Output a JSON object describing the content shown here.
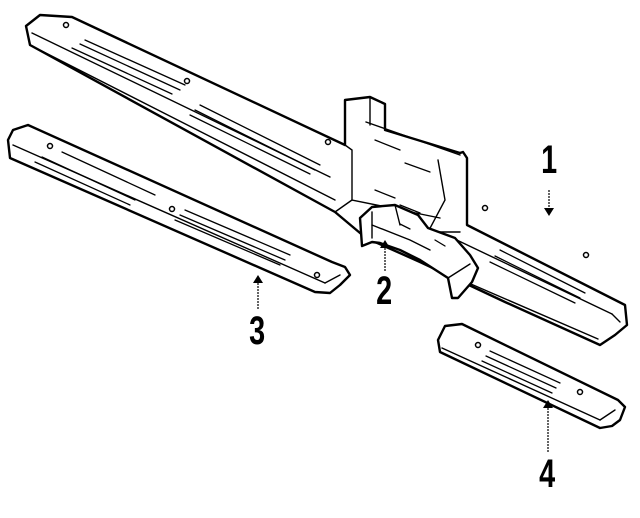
{
  "diagram": {
    "type": "exploded-parts-diagram",
    "background": "#ffffff",
    "line_color": "#000000",
    "parts": [
      {
        "id": 1,
        "label": "1",
        "description": "long sill plate with center step"
      },
      {
        "id": 2,
        "label": "2",
        "description": "bracket / reinforcement"
      },
      {
        "id": 3,
        "label": "3",
        "description": "long sill plate"
      },
      {
        "id": 4,
        "label": "4",
        "description": "short sill plate"
      }
    ]
  }
}
